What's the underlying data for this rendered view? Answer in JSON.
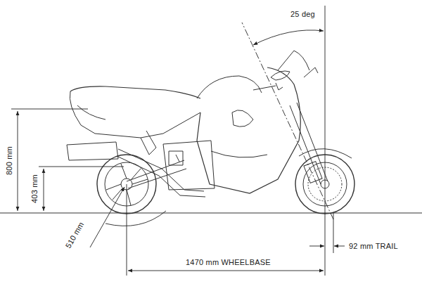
{
  "diagram": {
    "labels": [
      "25 deg",
      "800 mm",
      "403 mm",
      "510 mm",
      "92 mm TRAIL",
      "1470 mm WHEELBASE"
    ]
  }
}
